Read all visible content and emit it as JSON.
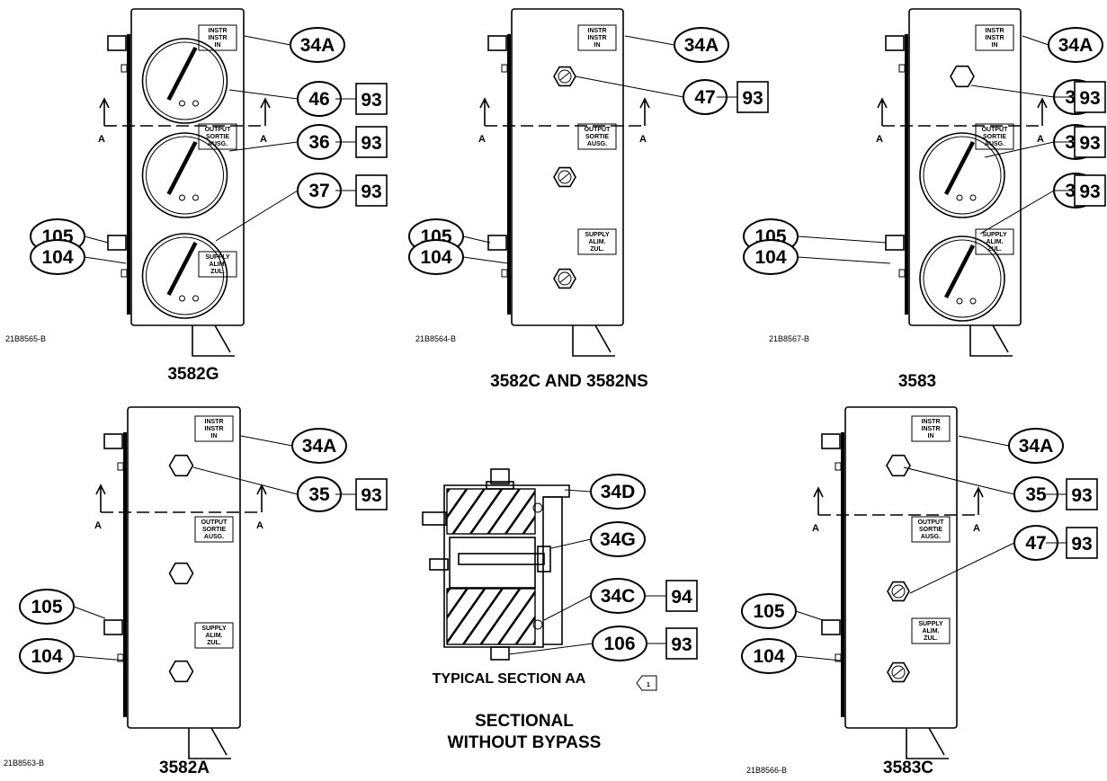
{
  "panels": [
    {
      "id": "3582g",
      "caption": "3582G",
      "drawing": "21B8565-B",
      "ports": [
        {
          "a": "INSTR",
          "b": "INSTR",
          "c": "IN",
          "item": "gauge"
        },
        {
          "a": "OUTPUT",
          "b": "SORTIE",
          "c": "AUSG.",
          "item": "gauge"
        },
        {
          "a": "SUPPLY",
          "b": "ALIM.",
          "c": "ZUL.",
          "item": "gauge"
        }
      ],
      "callouts": [
        "34A",
        "46",
        "36",
        "37",
        "105",
        "104"
      ],
      "refs": [
        "93",
        "93",
        "93"
      ]
    },
    {
      "id": "3582c",
      "caption": "3582C AND 3582NS",
      "drawing": "21B8564-B",
      "ports": [
        {
          "a": "INSTR",
          "b": "INSTR",
          "c": "IN",
          "item": "valve"
        },
        {
          "a": "OUTPUT",
          "b": "SORTIE",
          "c": "AUSG.",
          "item": "valve"
        },
        {
          "a": "SUPPLY",
          "b": "ALIM.",
          "c": "ZUL.",
          "item": "valve"
        }
      ],
      "callouts": [
        "34A",
        "47",
        "105",
        "104"
      ],
      "refs": [
        "93"
      ]
    },
    {
      "id": "3583",
      "caption": "3583",
      "drawing": "21B8567-B",
      "ports": [
        {
          "a": "INSTR",
          "b": "INSTR",
          "c": "IN",
          "item": "plug"
        },
        {
          "a": "OUTPUT",
          "b": "SORTIE",
          "c": "AUSG.",
          "item": "gauge"
        },
        {
          "a": "SUPPLY",
          "b": "ALIM.",
          "c": "ZUL.",
          "item": "gauge"
        }
      ],
      "callouts": [
        "34A",
        "35",
        "36",
        "37",
        "105",
        "104"
      ],
      "refs": [
        "93",
        "93",
        "93"
      ]
    },
    {
      "id": "3582a",
      "caption": "3582A",
      "drawing": "21B8563-B",
      "ports": [
        {
          "a": "INSTR",
          "b": "INSTR",
          "c": "IN",
          "item": "plug"
        },
        {
          "a": "OUTPUT",
          "b": "SORTIE",
          "c": "AUSG.",
          "item": "plug"
        },
        {
          "a": "SUPPLY",
          "b": "ALIM.",
          "c": "ZUL.",
          "item": "plug"
        }
      ],
      "callouts": [
        "34A",
        "35",
        "105",
        "104"
      ],
      "refs": [
        "93"
      ]
    },
    {
      "id": "3583c",
      "caption": "3583C",
      "drawing": "21B8566-B",
      "ports": [
        {
          "a": "INSTR",
          "b": "INSTR",
          "c": "IN",
          "item": "plug"
        },
        {
          "a": "OUTPUT",
          "b": "SORTIE",
          "c": "AUSG.",
          "item": "valve"
        },
        {
          "a": "SUPPLY",
          "b": "ALIM.",
          "c": "ZUL.",
          "item": "valve"
        }
      ],
      "callouts": [
        "34A",
        "35",
        "47",
        "105",
        "104"
      ],
      "refs": [
        "93",
        "93"
      ]
    }
  ],
  "section": {
    "callouts": [
      "34D",
      "34G",
      "34C",
      "106"
    ],
    "refs": [
      "94",
      "93"
    ],
    "title": "TYPICAL SECTION AA",
    "note": "1",
    "caption_line1": "SECTIONAL",
    "caption_line2": "WITHOUT BYPASS"
  },
  "section_mark": "A"
}
